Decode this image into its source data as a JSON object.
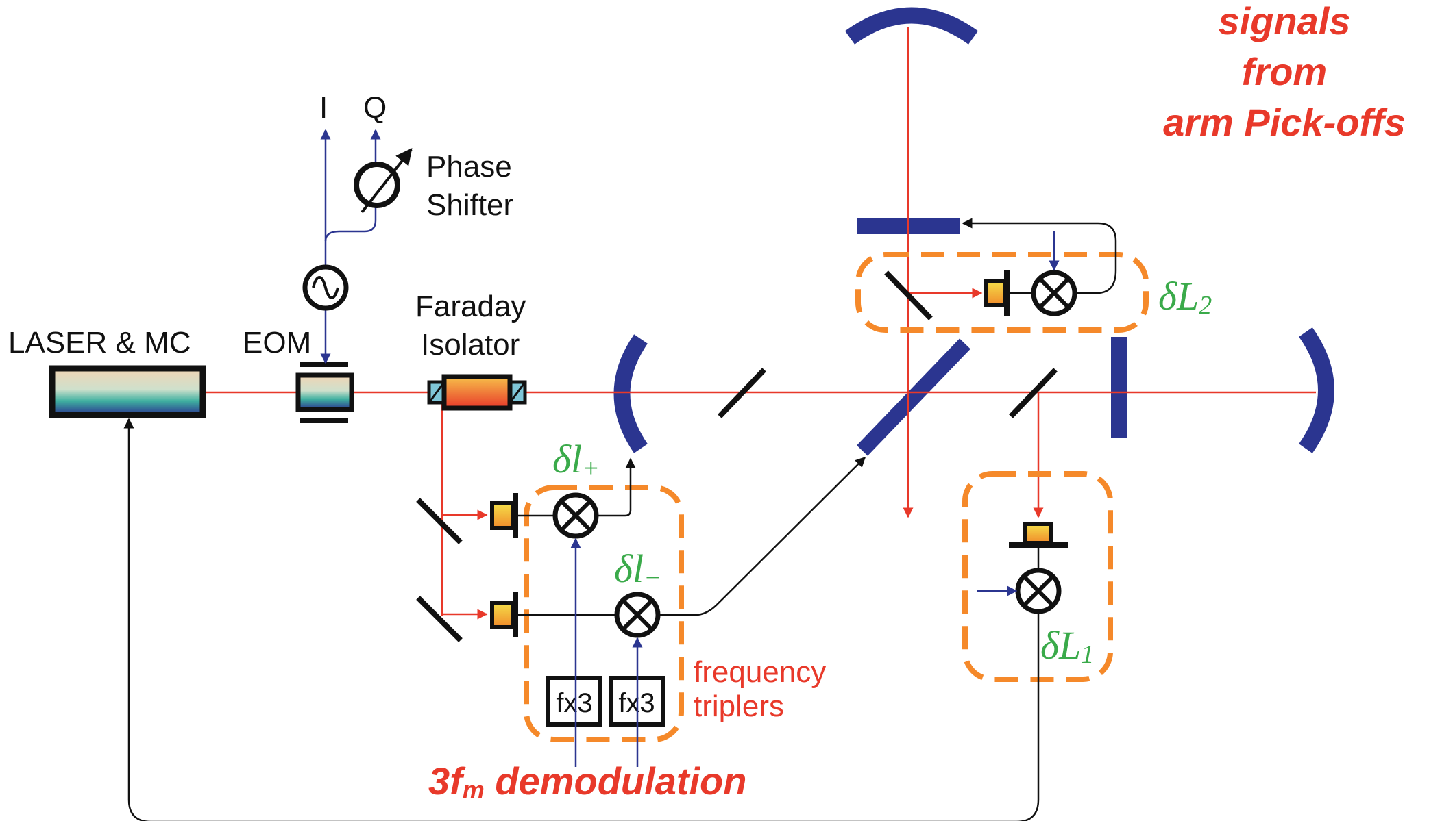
{
  "labels": {
    "laser": "LASER & MC",
    "eom": "EOM",
    "faraday_line1": "Faraday",
    "faraday_line2": "Isolator",
    "i": "I",
    "q": "Q",
    "phase_line1": "Phase",
    "phase_line2": "Shifter",
    "signals_line1": "signals",
    "signals_line2": "from",
    "signals_line3": "arm Pick-offs",
    "freq_line1": "frequency",
    "freq_line2": "triplers",
    "demod_prefix": "3f",
    "demod_sub": "m",
    "demod_suffix": " demodulation",
    "tripler": "fx3",
    "dl_plus_base": "δl",
    "dl_plus_sub": "+",
    "dl_minus_base": "δl",
    "dl_minus_sub": "−",
    "dL1_base": "δL",
    "dL1_sub": "1",
    "dL2_base": "δL",
    "dL2_sub": "2"
  },
  "colors": {
    "beam": "#e8392a",
    "rf": "#2b3590",
    "signal": "#111111",
    "box_outline": "#f5892a",
    "optic": "#2b3590",
    "label_green": "#3aaa4a",
    "label_red": "#e8392a"
  }
}
